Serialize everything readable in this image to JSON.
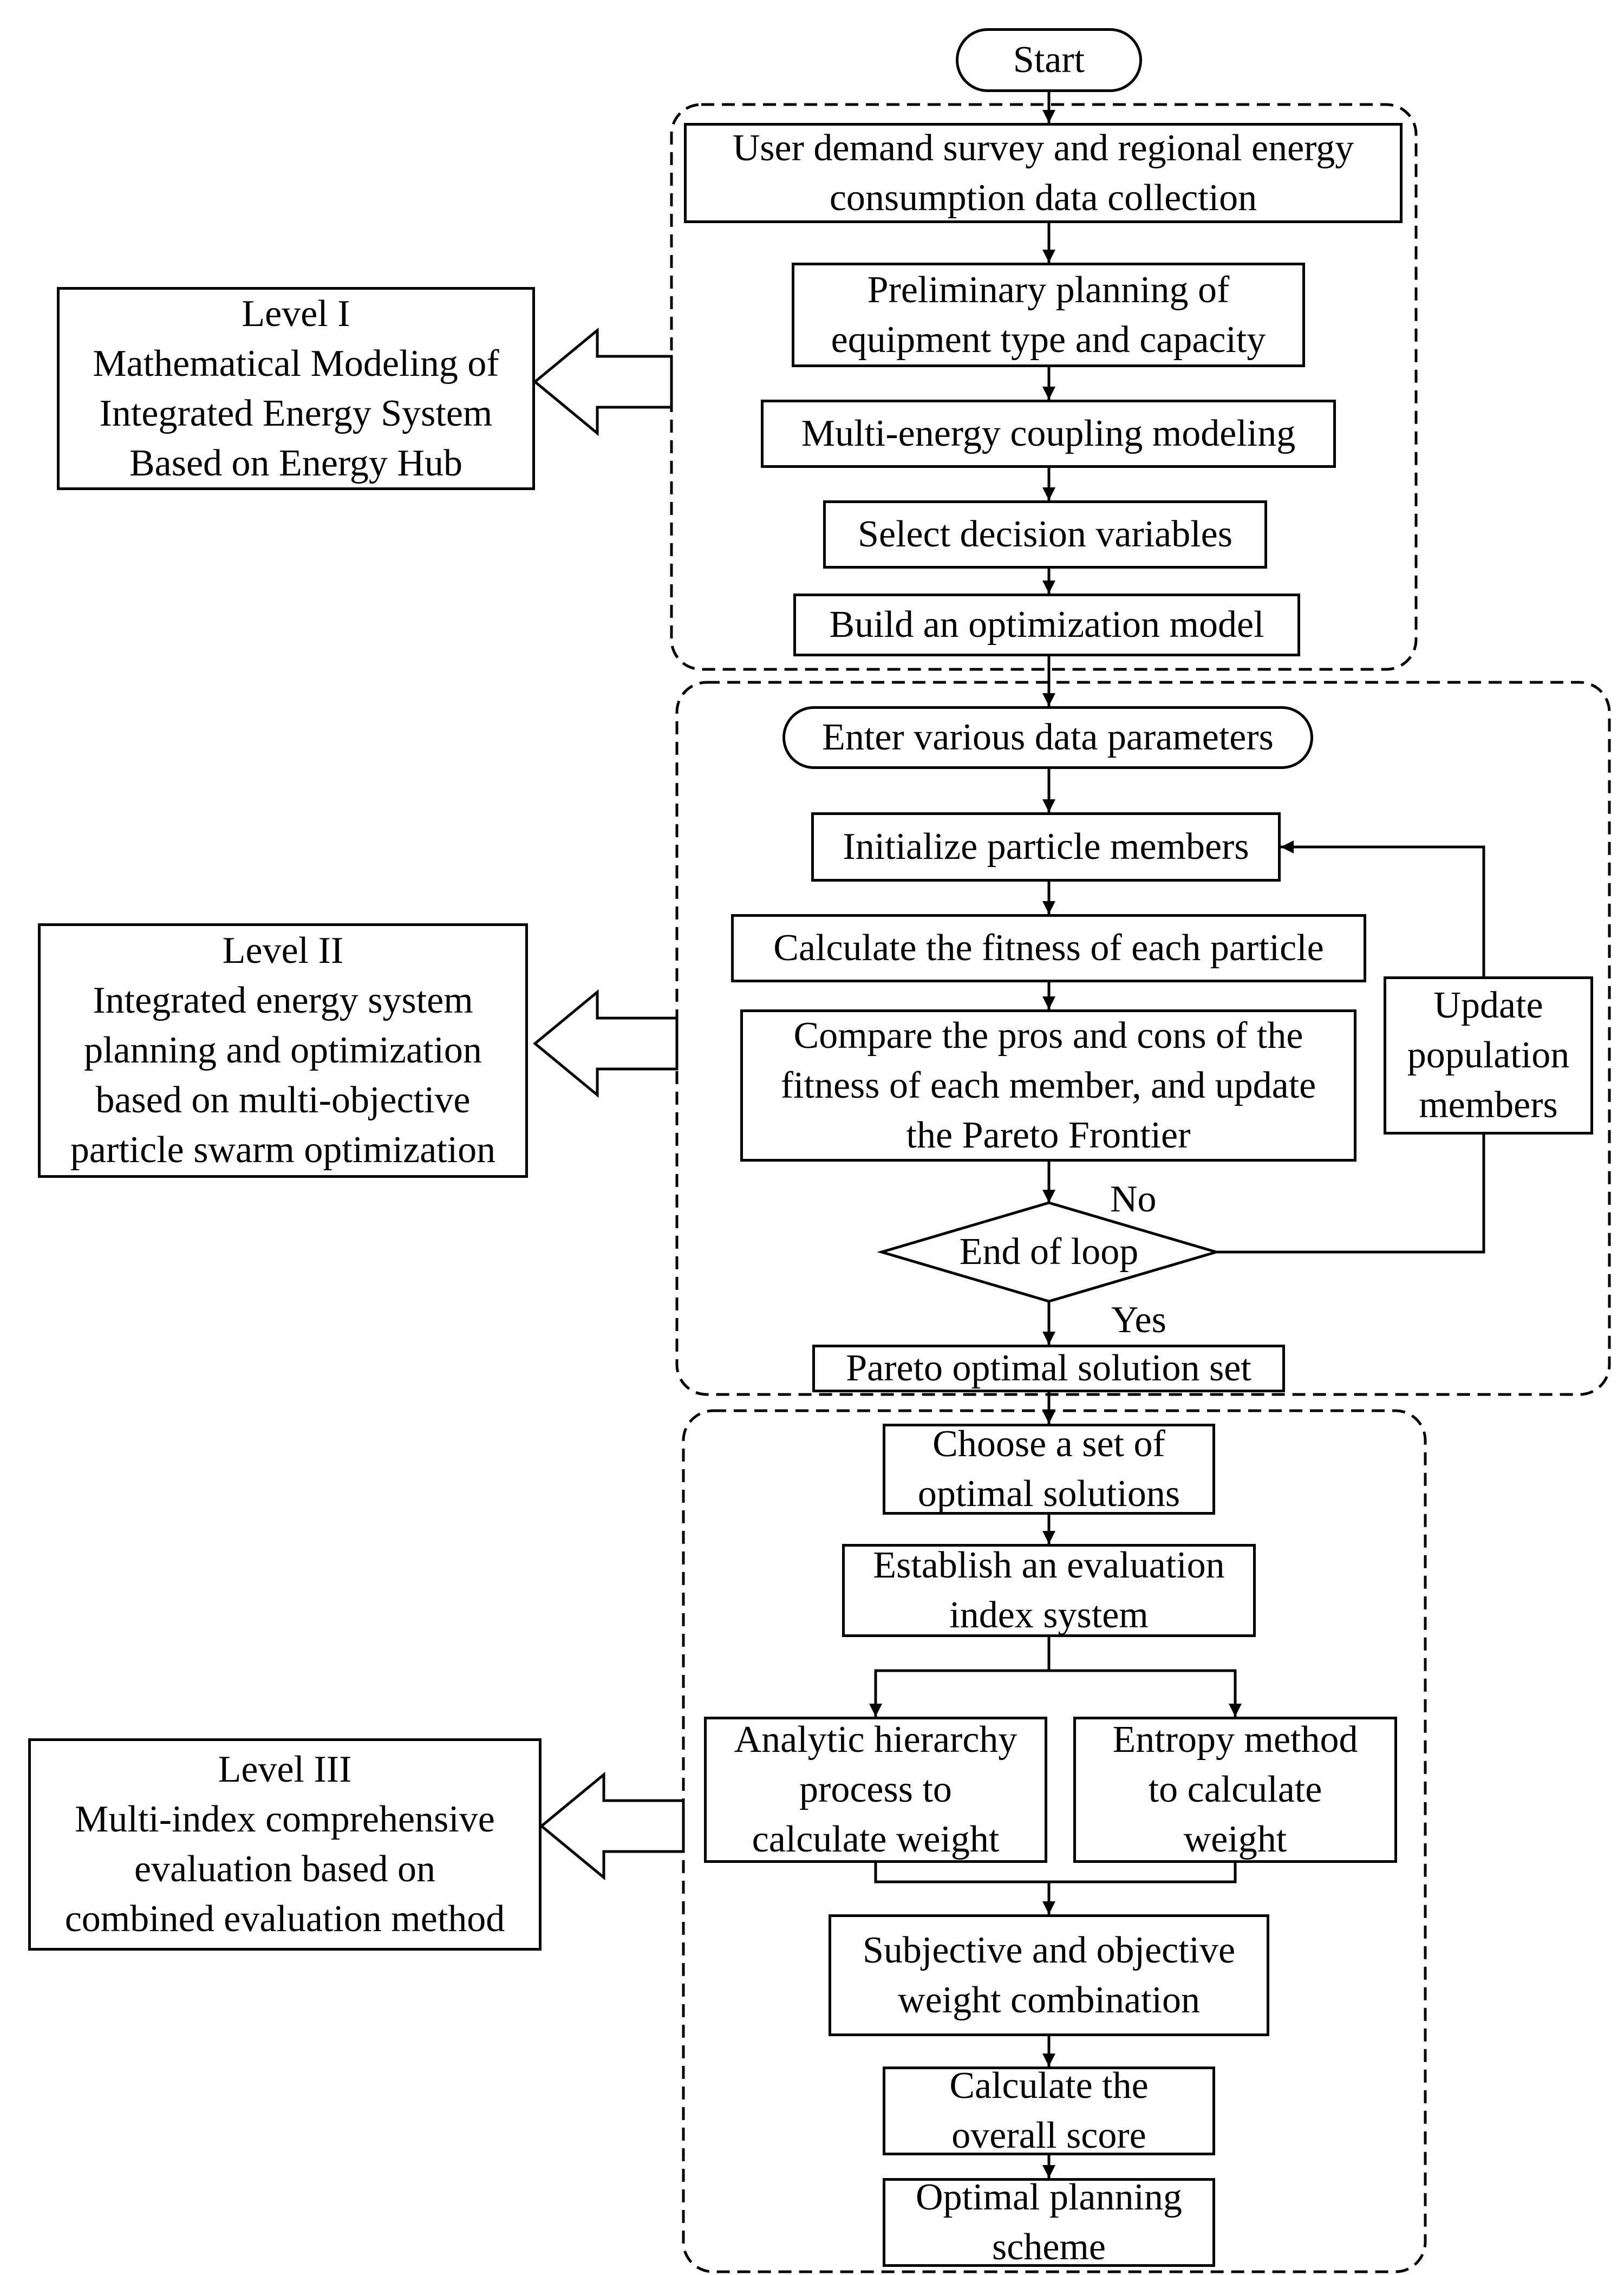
{
  "start_label": "Start",
  "level1": {
    "label": "Level I\nMathematical Modeling of\nIntegrated Energy System\nBased on Energy Hub",
    "steps": {
      "survey": "User demand survey and regional energy\nconsumption data collection",
      "preliminary": "Preliminary planning of\nequipment type and capacity",
      "coupling": "Multi-energy coupling modeling",
      "decision": "Select decision variables",
      "model": "Build an optimization model"
    }
  },
  "level2": {
    "label": "Level II\nIntegrated energy system\nplanning and optimization\nbased on multi-objective\nparticle swarm optimization",
    "steps": {
      "enter": "Enter various data parameters",
      "init": "Initialize particle members",
      "fitness": "Calculate the fitness of each particle",
      "compare": "Compare the pros and cons of the\nfitness of each member, and update\nthe Pareto Frontier",
      "update": "Update\npopulation\nmembers",
      "loop": "End of loop",
      "no": "No",
      "yes": "Yes",
      "pareto": "Pareto optimal solution set"
    }
  },
  "level3": {
    "label": "Level III\nMulti-index comprehensive\nevaluation based on\ncombined evaluation method",
    "steps": {
      "choose": "Choose a set of\noptimal solutions",
      "establish": "Establish an evaluation\nindex system",
      "ahp": "Analytic hierarchy\nprocess to\ncalculate weight",
      "entropy": "Entropy method\nto calculate\nweight",
      "combination": "Subjective and objective\nweight combination",
      "overall": "Calculate the\noverall score",
      "scheme": "Optimal planning\nscheme"
    }
  }
}
